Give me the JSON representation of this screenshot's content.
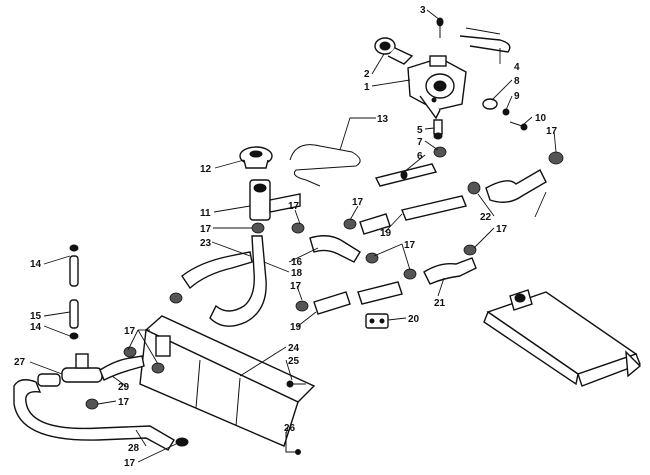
{
  "colors": {
    "ink": "#111111",
    "paper": "#ffffff",
    "shade": "#555555"
  },
  "callouts": [
    {
      "id": "c1",
      "label": "1"
    },
    {
      "id": "c2",
      "label": "2"
    },
    {
      "id": "c3",
      "label": "3"
    },
    {
      "id": "c4",
      "label": "4"
    },
    {
      "id": "c5",
      "label": "5"
    },
    {
      "id": "c6",
      "label": "6"
    },
    {
      "id": "c7",
      "label": "7"
    },
    {
      "id": "c8",
      "label": "8"
    },
    {
      "id": "c9",
      "label": "9"
    },
    {
      "id": "c10",
      "label": "10"
    },
    {
      "id": "c11",
      "label": "11"
    },
    {
      "id": "c12",
      "label": "12"
    },
    {
      "id": "c13",
      "label": "13"
    },
    {
      "id": "c14a",
      "label": "14"
    },
    {
      "id": "c14b",
      "label": "14"
    },
    {
      "id": "c15",
      "label": "15"
    },
    {
      "id": "c16",
      "label": "16"
    },
    {
      "id": "c17a",
      "label": "17"
    },
    {
      "id": "c17b",
      "label": "17"
    },
    {
      "id": "c17c",
      "label": "17"
    },
    {
      "id": "c17d",
      "label": "17"
    },
    {
      "id": "c17e",
      "label": "17"
    },
    {
      "id": "c17f",
      "label": "17"
    },
    {
      "id": "c17g",
      "label": "17"
    },
    {
      "id": "c17h",
      "label": "17"
    },
    {
      "id": "c17i",
      "label": "17"
    },
    {
      "id": "c17j",
      "label": "17"
    },
    {
      "id": "c18",
      "label": "18"
    },
    {
      "id": "c19a",
      "label": "19"
    },
    {
      "id": "c19b",
      "label": "19"
    },
    {
      "id": "c20",
      "label": "20"
    },
    {
      "id": "c21",
      "label": "21"
    },
    {
      "id": "c22",
      "label": "22"
    },
    {
      "id": "c23",
      "label": "23"
    },
    {
      "id": "c24",
      "label": "24"
    },
    {
      "id": "c25",
      "label": "25"
    },
    {
      "id": "c26",
      "label": "26"
    },
    {
      "id": "c27",
      "label": "27"
    },
    {
      "id": "c28",
      "label": "28"
    },
    {
      "id": "c29",
      "label": "29"
    }
  ]
}
